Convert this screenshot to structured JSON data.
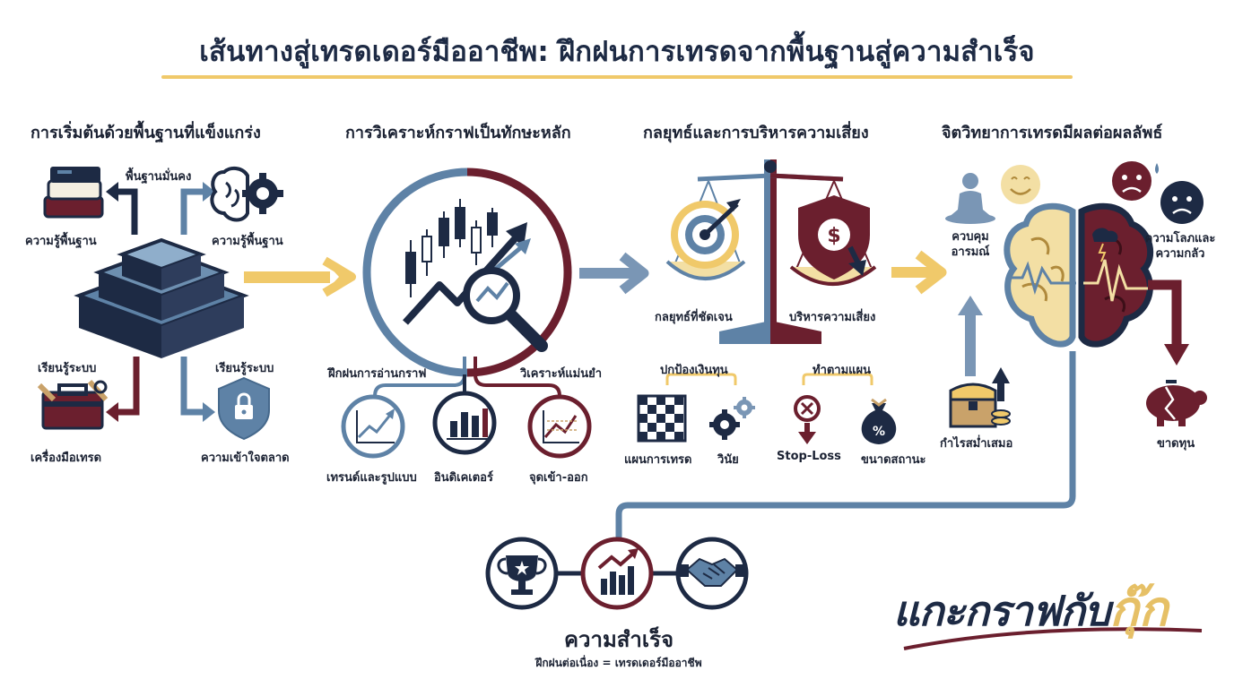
{
  "title": "เส้นทางสู่เทรดเดอร์มืออาชีพ: ฝึกฝนการเทรดจากพื้นฐานสู่ความสำเร็จ",
  "colors": {
    "navy": "#1d2a44",
    "blue": "#5e82a6",
    "maroon": "#6b1f2e",
    "gold": "#f0c96a",
    "pale_gold": "#f3dfa4"
  },
  "sections": [
    {
      "title": "การเริ่มต้นด้วยพื้นฐานที่แข็งแกร่ง",
      "center_icon": "foundation-blocks-icon",
      "items": [
        {
          "label": "พื้นฐานมั่นคง",
          "icon": "arrow-icon"
        },
        {
          "label": "ความรู้พื้นฐาน",
          "icon": "books-icon"
        },
        {
          "label": "ความรู้พื้นฐาน",
          "icon": "brain-gear-icon"
        },
        {
          "label": "เรียนรู้ระบบ",
          "icon": "arrow-icon"
        },
        {
          "label": "เรียนรู้ระบบ",
          "icon": "arrow-icon"
        },
        {
          "label": "เครื่องมือเทรด",
          "icon": "toolbox-icon"
        },
        {
          "label": "ความเข้าใจตลาด",
          "icon": "shield-lock-icon"
        }
      ]
    },
    {
      "title": "การวิเคราะห์กราฟเป็นทักษะหลัก",
      "center_icon": "candlestick-magnifier-icon",
      "items": [
        {
          "label": "ฝึกฝนการอ่านกราฟ"
        },
        {
          "label": "วิเคราะห์แม่นยำ"
        },
        {
          "label": "เทรนด์และรูปแบบ",
          "icon": "trend-chart-icon"
        },
        {
          "label": "อินดิเคเตอร์",
          "icon": "bar-chart-icon"
        },
        {
          "label": "จุดเข้า-ออก",
          "icon": "entry-exit-chart-icon"
        }
      ]
    },
    {
      "title": "กลยุทธ์และการบริหารความเสี่ยง",
      "center_icon": "balance-scale-icon",
      "items": [
        {
          "label": "กลยุทธ์ที่ชัดเจน",
          "icon": "target-icon"
        },
        {
          "label": "บริหารความเสี่ยง",
          "icon": "shield-dollar-icon"
        },
        {
          "label": "ปกป้องเงินทุน"
        },
        {
          "label": "ทำตามแผน"
        },
        {
          "label": "แผนการเทรด",
          "icon": "chessboard-icon"
        },
        {
          "label": "วินัย",
          "icon": "gears-icon"
        },
        {
          "label": "Stop-Loss",
          "icon": "stop-loss-icon"
        },
        {
          "label": "ขนาดสถานะ",
          "icon": "money-bag-icon"
        }
      ]
    },
    {
      "title": "จิตวิทยาการเทรดมีผลต่อผลลัพธ์",
      "center_icon": "brain-icon",
      "items": [
        {
          "label": "ควบคุม\nอารมณ์",
          "icon": "meditation-icon"
        },
        {
          "label": "ความโลภและ\nความกลัว",
          "icon": "worried-face-icon"
        },
        {
          "label": "กำไรสม่ำเสมอ",
          "icon": "treasure-chest-icon"
        },
        {
          "label": "ขาดทุน",
          "icon": "broken-piggy-bank-icon"
        }
      ]
    }
  ],
  "success": {
    "title": "ความสำเร็จ",
    "subtitle": "ฝึกฝนต่อเนื่อง = เทรดเดอร์มืออาชีพ",
    "icons": [
      "trophy-icon",
      "growth-chart-icon",
      "handshake-icon"
    ]
  },
  "brand": {
    "text": "แกะกราฟกับ",
    "highlight": "กุ๊ก"
  }
}
